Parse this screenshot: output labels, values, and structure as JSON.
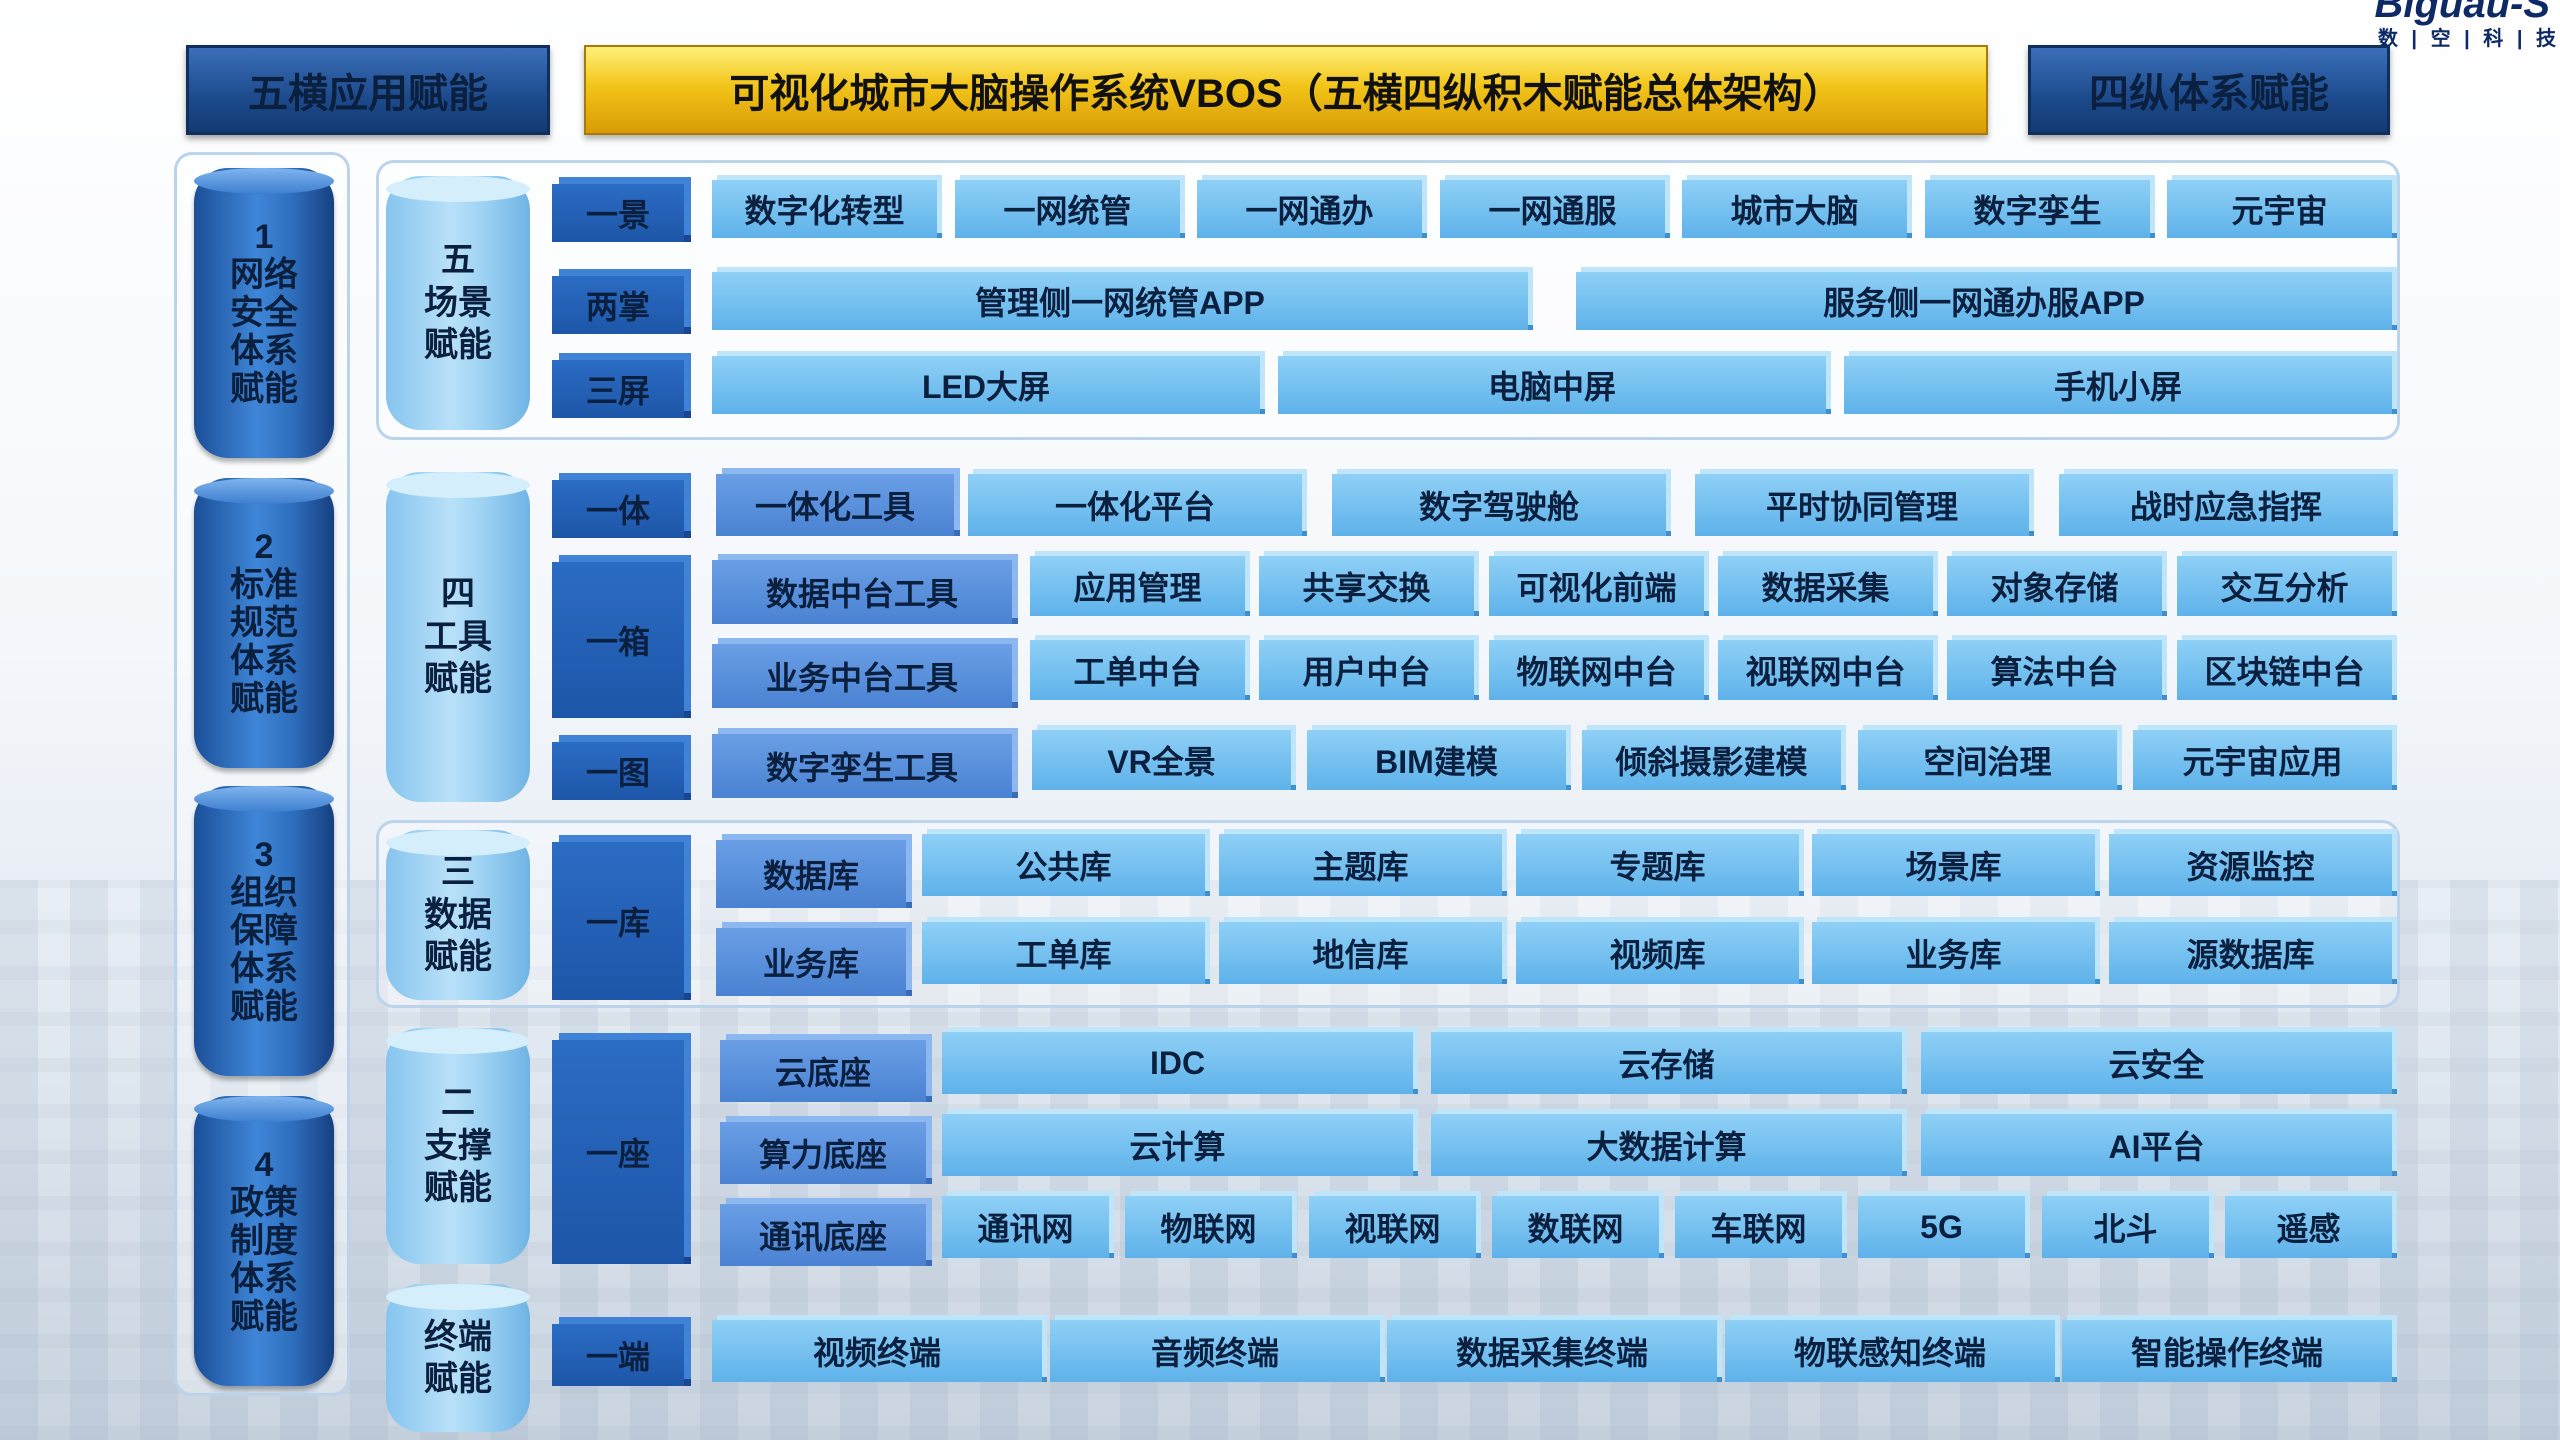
{
  "logo": {
    "text": "Biguau-S",
    "sub": "数 | 空 | 科 | 技"
  },
  "header": {
    "left": "五横应用赋能",
    "title": "可视化城市大脑操作系统VBOS（五横四纵积木赋能总体架构）",
    "right": "四纵体系赋能"
  },
  "pillars": [
    {
      "num": "1",
      "lines": [
        "网络",
        "安全",
        "体系",
        "赋能"
      ]
    },
    {
      "num": "2",
      "lines": [
        "标准",
        "规范",
        "体系",
        "赋能"
      ]
    },
    {
      "num": "3",
      "lines": [
        "组织",
        "保障",
        "体系",
        "赋能"
      ]
    },
    {
      "num": "4",
      "lines": [
        "政策",
        "制度",
        "体系",
        "赋能"
      ]
    }
  ],
  "layers": {
    "scene": {
      "label": [
        "五",
        "场景",
        "赋能"
      ],
      "rows": [
        {
          "tag": "一景",
          "cells": [
            "数字化转型",
            "一网统管",
            "一网通办",
            "一网通服",
            "城市大脑",
            "数字孪生",
            "元宇宙"
          ]
        },
        {
          "tag": "两掌",
          "cells": [
            "管理侧一网统管APP",
            "服务侧一网通办服APP"
          ]
        },
        {
          "tag": "三屏",
          "cells": [
            "LED大屏",
            "电脑中屏",
            "手机小屏"
          ]
        }
      ]
    },
    "tool": {
      "label": [
        "四",
        "工具",
        "赋能"
      ],
      "row1": {
        "tag": "一体",
        "mid": "一体化工具",
        "cells": [
          "一体化平台",
          "数字驾驶舱",
          "平时协同管理",
          "战时应急指挥"
        ]
      },
      "box": {
        "tag": "一箱",
        "rows": [
          {
            "mid": "数据中台工具",
            "cells": [
              "应用管理",
              "共享交换",
              "可视化前端",
              "数据采集",
              "对象存储",
              "交互分析"
            ]
          },
          {
            "mid": "业务中台工具",
            "cells": [
              "工单中台",
              "用户中台",
              "物联网中台",
              "视联网中台",
              "算法中台",
              "区块链中台"
            ]
          }
        ]
      },
      "map": {
        "tag": "一图",
        "mid": "数字孪生工具",
        "cells": [
          "VR全景",
          "BIM建模",
          "倾斜摄影建模",
          "空间治理",
          "元宇宙应用"
        ]
      }
    },
    "data": {
      "label": [
        "三",
        "数据",
        "赋能"
      ],
      "tag": "一库",
      "rows": [
        {
          "mid": "数据库",
          "cells": [
            "公共库",
            "主题库",
            "专题库",
            "场景库",
            "资源监控"
          ]
        },
        {
          "mid": "业务库",
          "cells": [
            "工单库",
            "地信库",
            "视频库",
            "业务库",
            "源数据库"
          ]
        }
      ]
    },
    "support": {
      "label": [
        "二",
        "支撑",
        "赋能"
      ],
      "tag": "一座",
      "rows": [
        {
          "mid": "云底座",
          "cells": [
            "IDC",
            "云存储",
            "云安全"
          ]
        },
        {
          "mid": "算力底座",
          "cells": [
            "云计算",
            "大数据计算",
            "AI平台"
          ]
        },
        {
          "mid": "通讯底座",
          "cells": [
            "通讯网",
            "物联网",
            "视联网",
            "数联网",
            "车联网",
            "5G",
            "北斗",
            "遥感"
          ]
        }
      ]
    },
    "terminal": {
      "label": [
        "终端",
        "赋能"
      ],
      "tag": "一端",
      "cells": [
        "视频终端",
        "音频终端",
        "数据采集终端",
        "物联感知终端",
        "智能操作终端"
      ]
    }
  }
}
